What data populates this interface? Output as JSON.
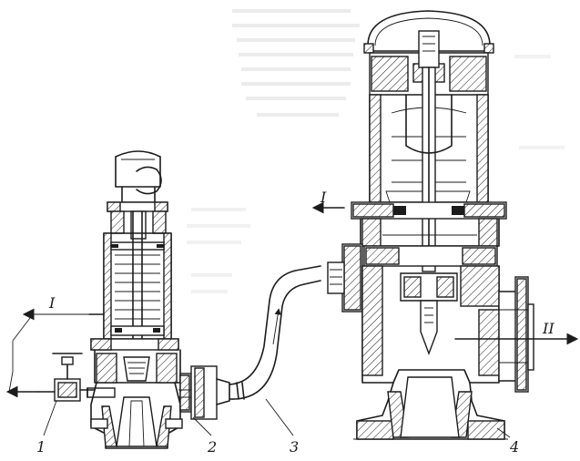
{
  "figure": {
    "labels": {
      "flow_in": "I",
      "flow_in_right": "I",
      "flow_out": "II",
      "part_1": "1",
      "part_2": "2",
      "part_3": "3",
      "part_4": "4"
    },
    "colors": {
      "ink": "#1c1c1c",
      "paper": "#ffffff",
      "bleed_through": "#b8b8b8"
    }
  }
}
